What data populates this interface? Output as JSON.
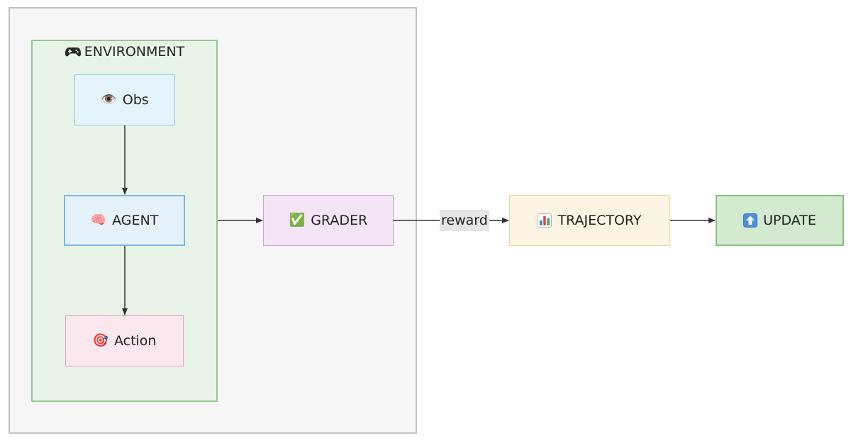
{
  "diagram": {
    "groups": {
      "outer": {
        "label": ""
      },
      "environment": {
        "label": "ENVIRONMENT",
        "icon": "gamepad-icon"
      }
    },
    "nodes": {
      "obs": {
        "label": "Obs",
        "icon": "eye-icon",
        "glyph": "👁️"
      },
      "agent": {
        "label": "AGENT",
        "icon": "brain-icon",
        "glyph": "🧠"
      },
      "action": {
        "label": "Action",
        "icon": "target-icon",
        "glyph": "🎯"
      },
      "grader": {
        "label": "GRADER",
        "icon": "check-mark-icon",
        "glyph": "✅"
      },
      "trajectory": {
        "label": "TRAJECTORY",
        "icon": "bar-chart-icon"
      },
      "update": {
        "label": "UPDATE",
        "icon": "up-arrow-icon"
      }
    },
    "edges": [
      {
        "from": "obs",
        "to": "agent",
        "label": ""
      },
      {
        "from": "agent",
        "to": "action",
        "label": ""
      },
      {
        "from": "environment",
        "to": "grader",
        "label": ""
      },
      {
        "from": "grader",
        "to": "trajectory",
        "label": "reward"
      },
      {
        "from": "trajectory",
        "to": "update",
        "label": ""
      }
    ],
    "colors": {
      "obs_fill": "#e5f4fb",
      "agent_fill": "#e5f1fb",
      "action_fill": "#fbe7ee",
      "grader_fill": "#f3e4f6",
      "trajectory_fill": "#fdf5e3",
      "update_fill": "#d3e9d0",
      "environment_fill": "#e9f4e8",
      "edge": "#333333"
    }
  }
}
